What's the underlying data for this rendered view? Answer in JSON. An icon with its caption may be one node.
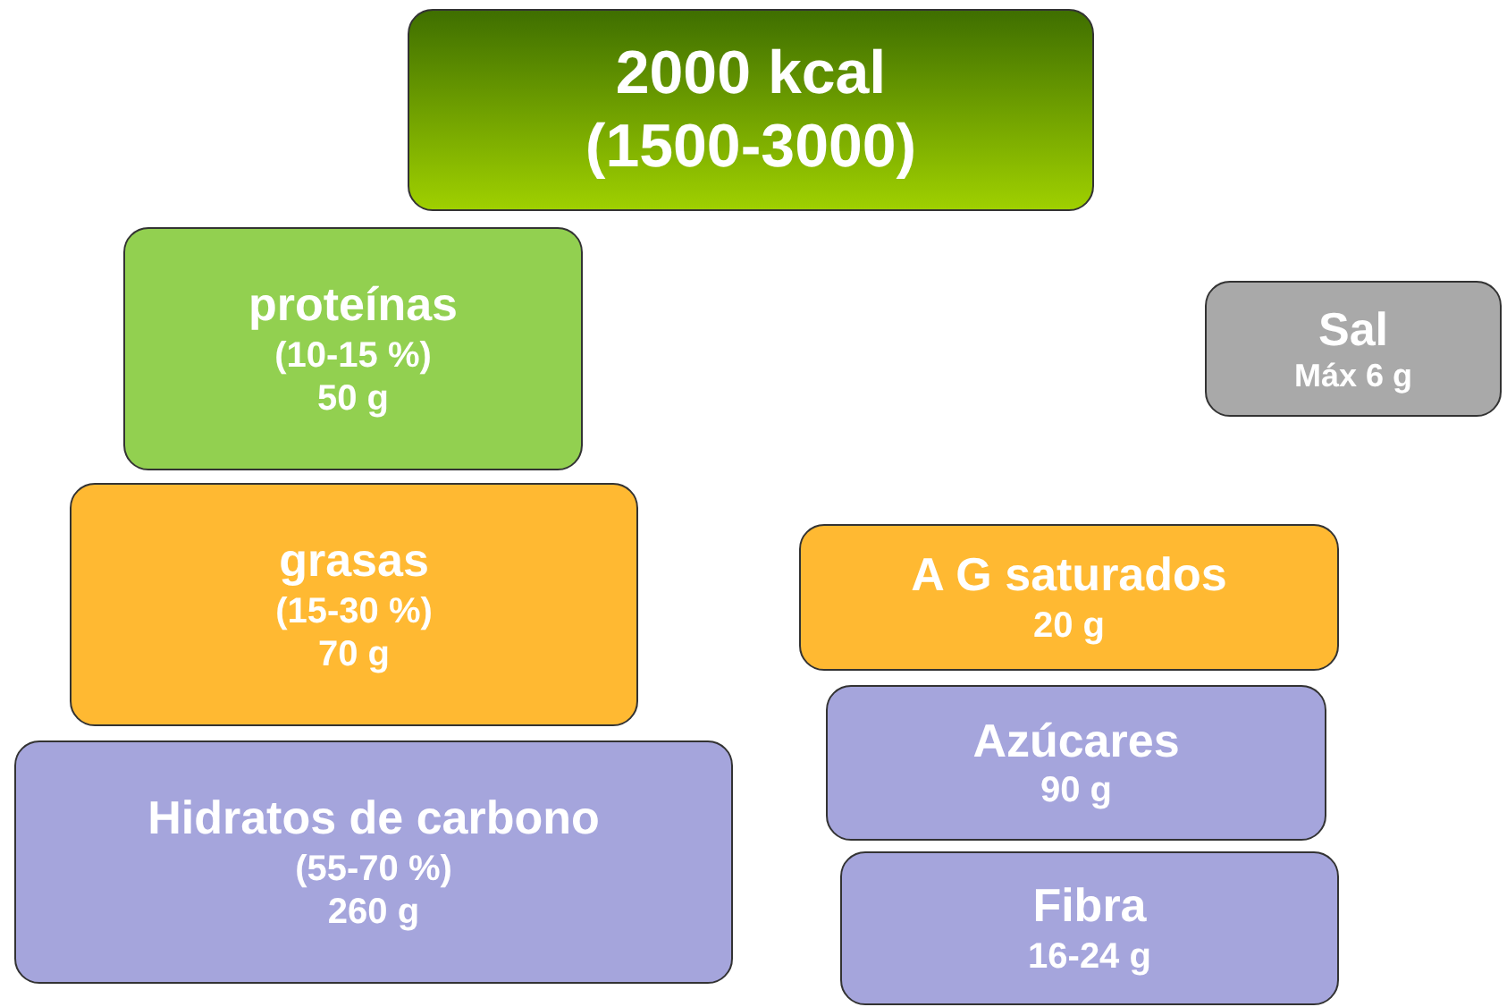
{
  "diagram": {
    "nodes": [
      {
        "text": [
          "2000 kcal (1500-3000)"
        ]
      },
      {
        "text": [
          "proteínas",
          "(10-15 %)",
          "50 g"
        ]
      },
      {
        "text": [
          "Sal",
          "Máx 6 g"
        ]
      },
      {
        "text": [
          "grasas",
          "(15-30 %)",
          "70 g"
        ]
      },
      {
        "text": [
          "A G saturados",
          "20 g"
        ]
      },
      {
        "text": [
          "Hidratos de carbono",
          "(55-70 %)",
          "260 g"
        ]
      },
      {
        "text": [
          "Azúcares",
          "90 g"
        ]
      },
      {
        "text": [
          "Fibra",
          "16-24 g"
        ]
      }
    ]
  }
}
